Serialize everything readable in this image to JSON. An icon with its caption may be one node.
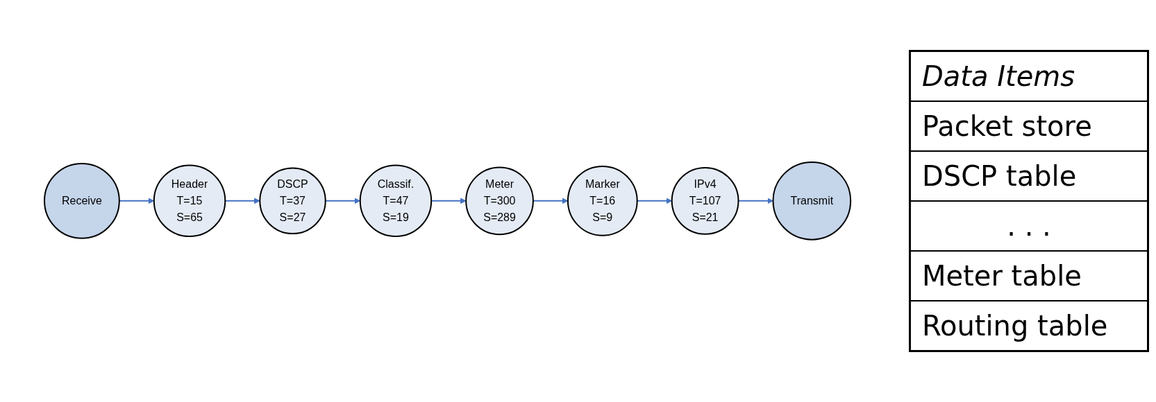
{
  "diagram": {
    "nodes": [
      {
        "text": [
          "Receive"
        ]
      },
      {
        "text": [
          "Header",
          "T=15",
          "S=65"
        ]
      },
      {
        "text": [
          "DSCP",
          "T=37",
          "S=27"
        ]
      },
      {
        "text": [
          "Classif.",
          "T=47",
          "S=19"
        ]
      },
      {
        "text": [
          "Meter",
          "T=300",
          "S=289"
        ]
      },
      {
        "text": [
          "Marker",
          "T=16",
          "S=9"
        ]
      },
      {
        "text": [
          "IPv4",
          "T=107",
          "S=21"
        ]
      },
      {
        "text": [
          "Transmit"
        ]
      }
    ],
    "edges": [
      {
        "from": 0,
        "to": 1,
        "arrow": "to"
      },
      {
        "from": 1,
        "to": 2,
        "arrow": "to"
      },
      {
        "from": 2,
        "to": 3,
        "arrow": "to"
      },
      {
        "from": 3,
        "to": 4,
        "arrow": "to"
      },
      {
        "from": 4,
        "to": 5,
        "arrow": "to"
      },
      {
        "from": 5,
        "to": 6,
        "arrow": "to"
      },
      {
        "from": 6,
        "to": 7,
        "arrow": "to"
      }
    ],
    "labels": [
      "Data Items",
      "Packet store",
      "DSCP table",
      ". . .",
      "Meter table",
      "Routing table"
    ]
  }
}
